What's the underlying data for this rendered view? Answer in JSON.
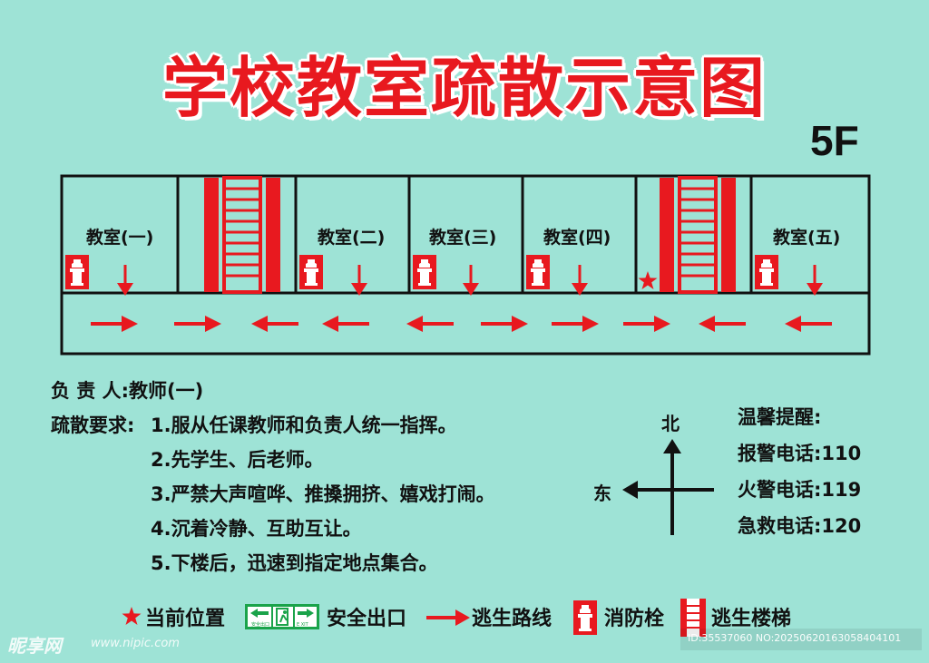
{
  "title": "学校教室疏散示意图",
  "floor": "5F",
  "rooms": [
    "教室(一)",
    "教室(二)",
    "教室(三)",
    "教室(四)",
    "教室(五)"
  ],
  "responsible_label": "负 责 人:",
  "responsible_value": "教师(一)",
  "requirements_label": "疏散要求:",
  "requirements": [
    "1.服从任课教师和负责人统一指挥。",
    "2.先学生、后老师。",
    "3.严禁大声喧哗、推搡拥挤、嬉戏打闹。",
    "4.沉着冷静、互助互让。",
    "5.下楼后，迅速到指定地点集合。"
  ],
  "compass": {
    "north": "北",
    "east": "东"
  },
  "tips": {
    "heading": "温馨提醒:",
    "lines": [
      "报警电话:110",
      "火警电话:119",
      "急救电话:120"
    ]
  },
  "legend": {
    "current_position": "当前位置",
    "safety_exit": "安全出口",
    "escape_route": "逃生路线",
    "hydrant": "消防栓",
    "escape_stairs": "逃生楼梯",
    "exit_sign_left": "安全出口",
    "exit_sign_right": "E XIT"
  },
  "watermark": {
    "logo": "昵享网",
    "url": "www.nipic.com",
    "id": "ID:35537060 NO:20250620163058404101"
  },
  "colors": {
    "background": "#9ee3d6",
    "accent_red": "#e8191f",
    "exit_green": "#1aa34a",
    "outline": "#111111"
  }
}
